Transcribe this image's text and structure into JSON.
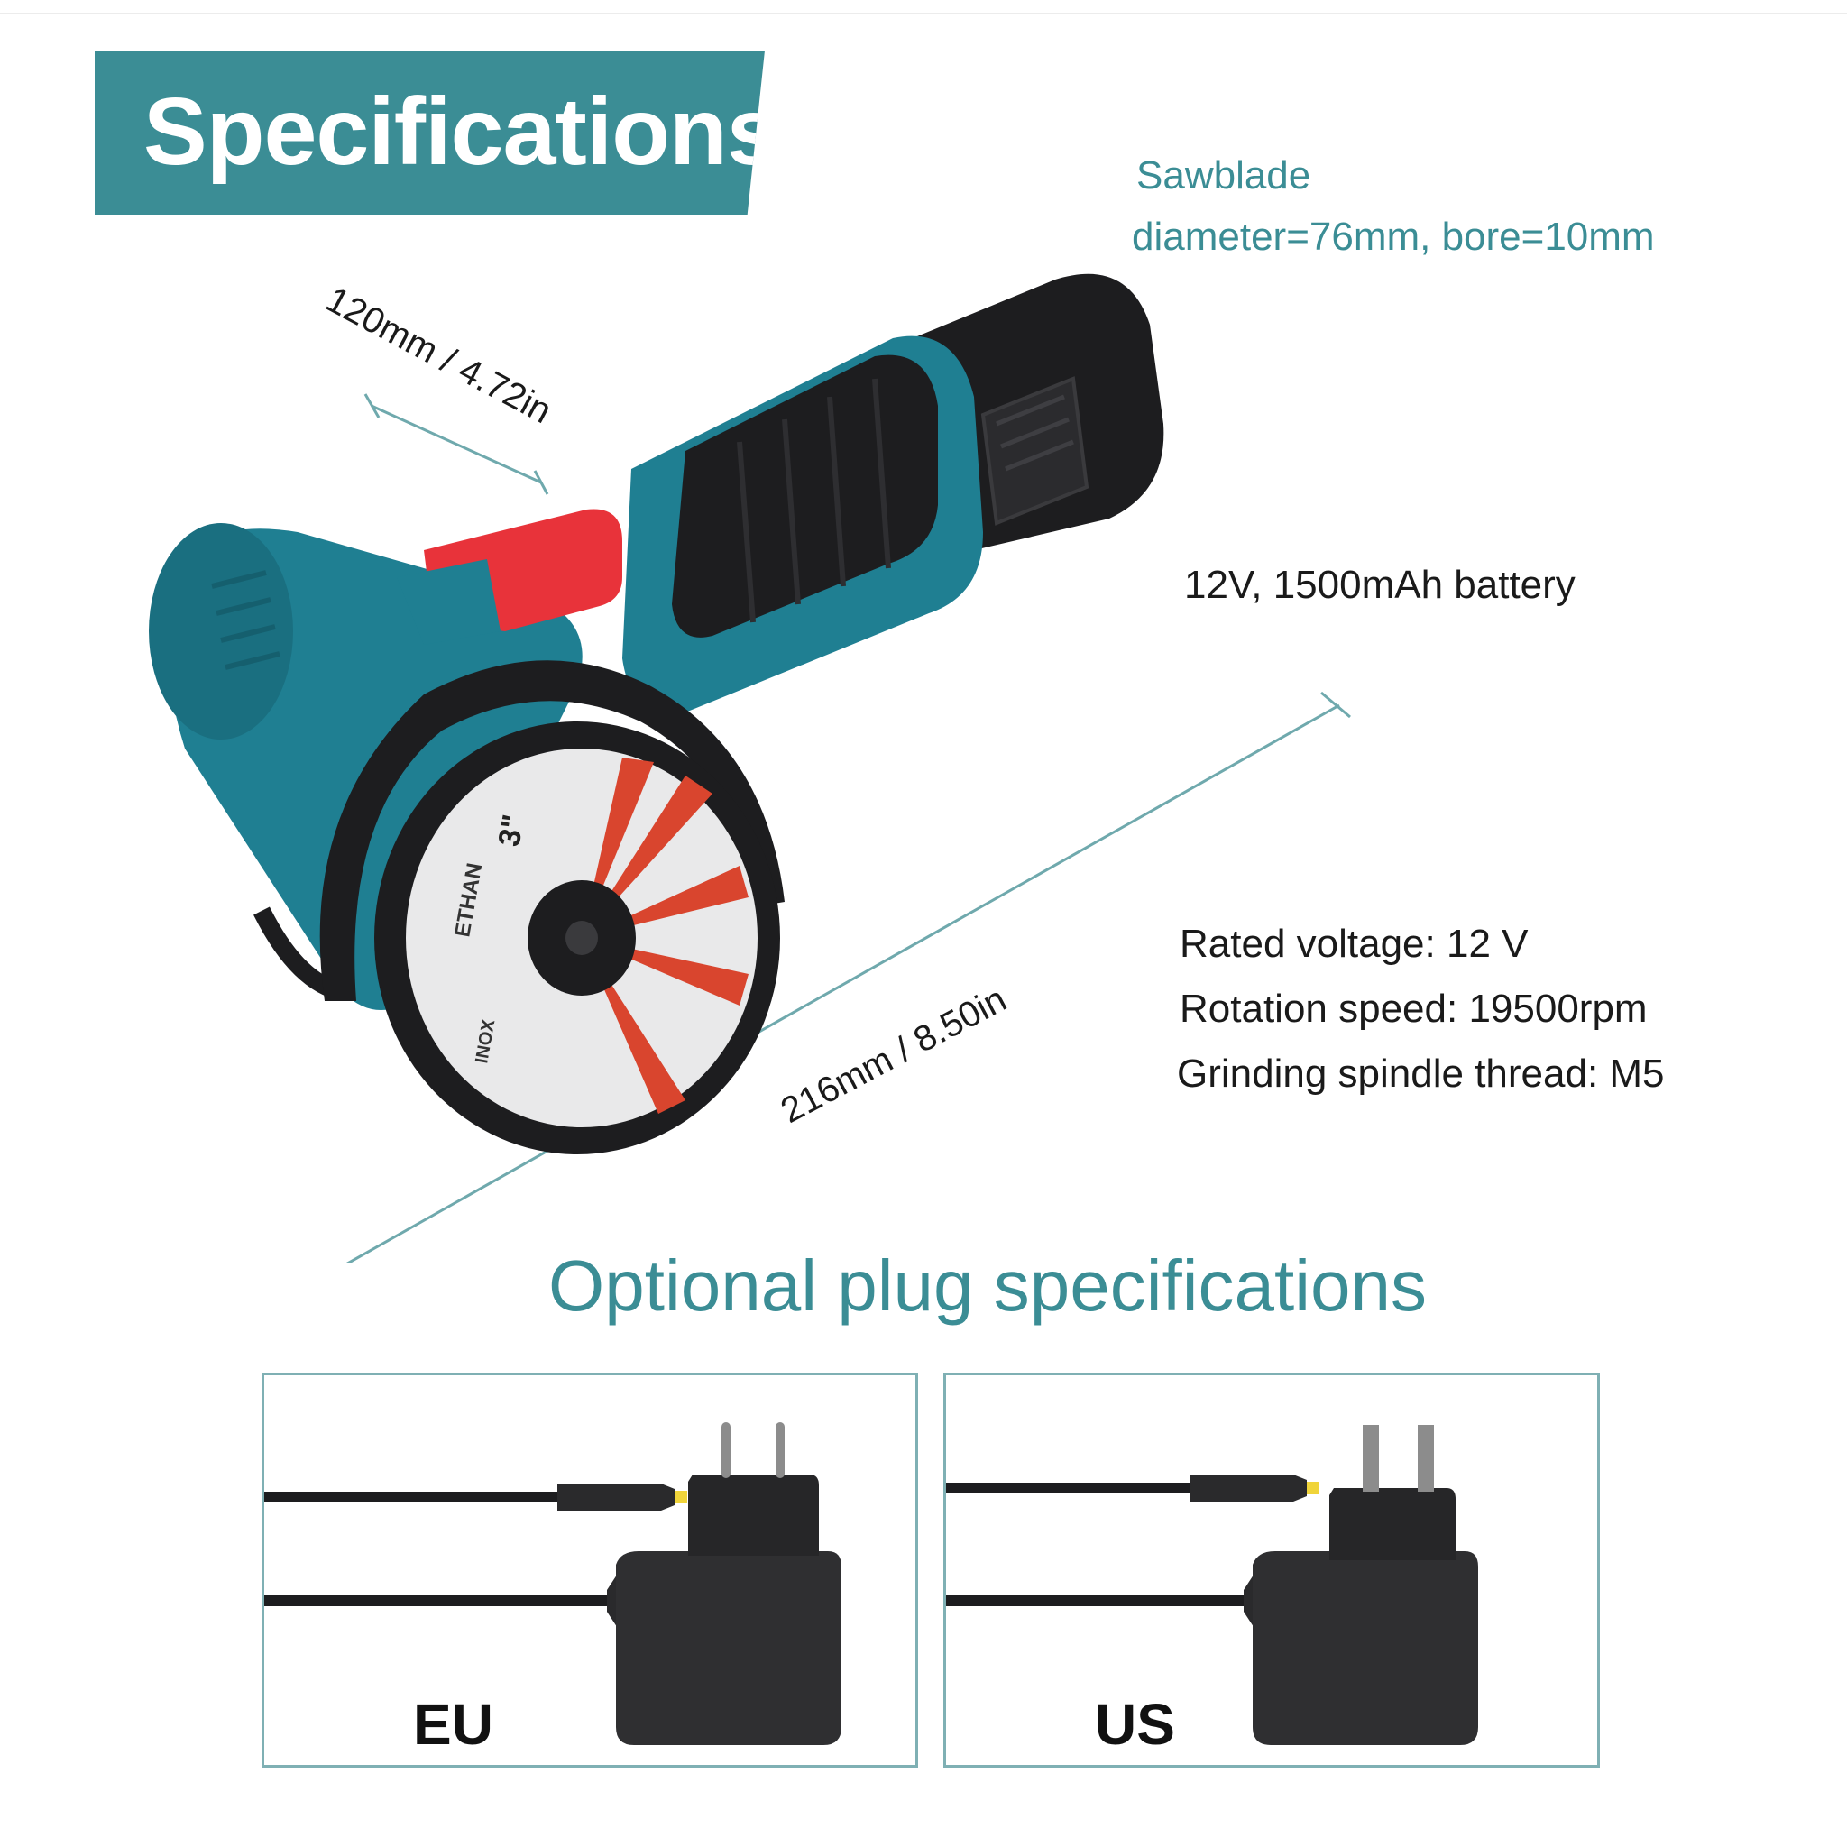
{
  "header": {
    "title": "Specifications"
  },
  "sawblade": {
    "label": "Sawblade",
    "value": "diameter=76mm, bore=10mm"
  },
  "dimensions": {
    "length": "120mm / 4.72in",
    "width": "216mm / 8.50in"
  },
  "battery": {
    "text": "12V, 1500mAh battery"
  },
  "specs": {
    "voltage": "Rated voltage: 12 V",
    "speed": "Rotation speed: 19500rpm",
    "thread": "Grinding spindle thread: M5"
  },
  "blade": {
    "brand": "ETHAN",
    "size": "3\"",
    "material": "INOX"
  },
  "plugs": {
    "title": "Optional plug specifications",
    "eu_label": "EU",
    "us_label": "US"
  },
  "colors": {
    "accent": "#3b8d95",
    "tool_teal": "#1f7f92",
    "tool_black": "#1d1d1f",
    "switch_red": "#e8333a",
    "blade_red": "#d9452e"
  }
}
